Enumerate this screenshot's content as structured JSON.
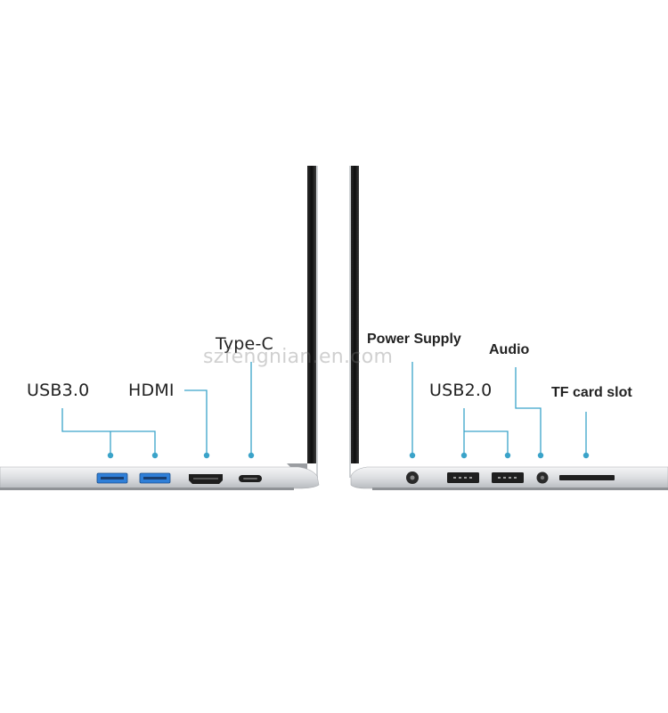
{
  "watermark": "szfengnian.en.com",
  "labels": {
    "usb3": "USB3.0",
    "hdmi": "HDMI",
    "typec": "Type-C",
    "power": "Power Supply",
    "usb2": "USB2.0",
    "audio": "Audio",
    "tf": "TF card slot"
  },
  "colors": {
    "callout_line": "#3aa3c9",
    "usb3_port": "#2f7fd8",
    "chassis": "#d9dbde",
    "bezel": "#1b1b1b"
  }
}
